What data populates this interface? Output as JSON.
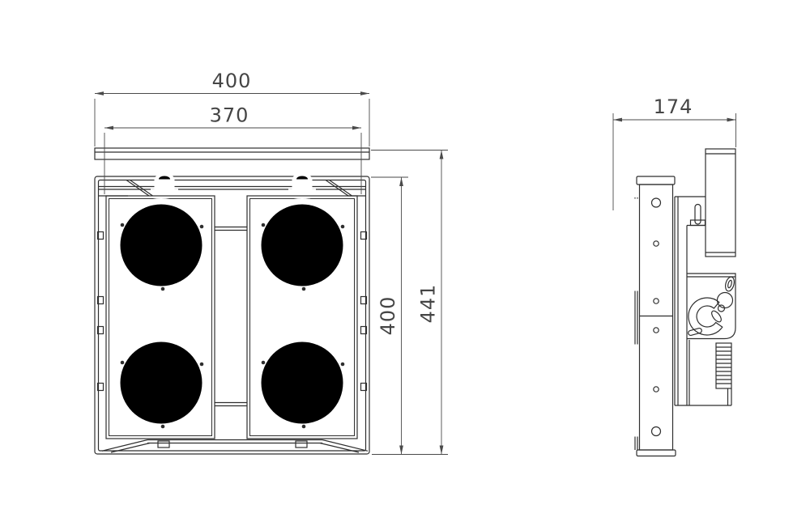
{
  "page": {
    "background": "#ffffff",
    "content_type": "technical dimension drawing, front view and side view of a 4-lamp blinder fixture"
  },
  "drawing": {
    "line_color": "#2e2e2e",
    "dim_color": "#4a4a4a",
    "dimensions": {
      "front_overall_width": "400",
      "front_panel_width": "370",
      "front_inner_height": "400",
      "front_overall_height": "441",
      "side_depth": "174"
    }
  }
}
